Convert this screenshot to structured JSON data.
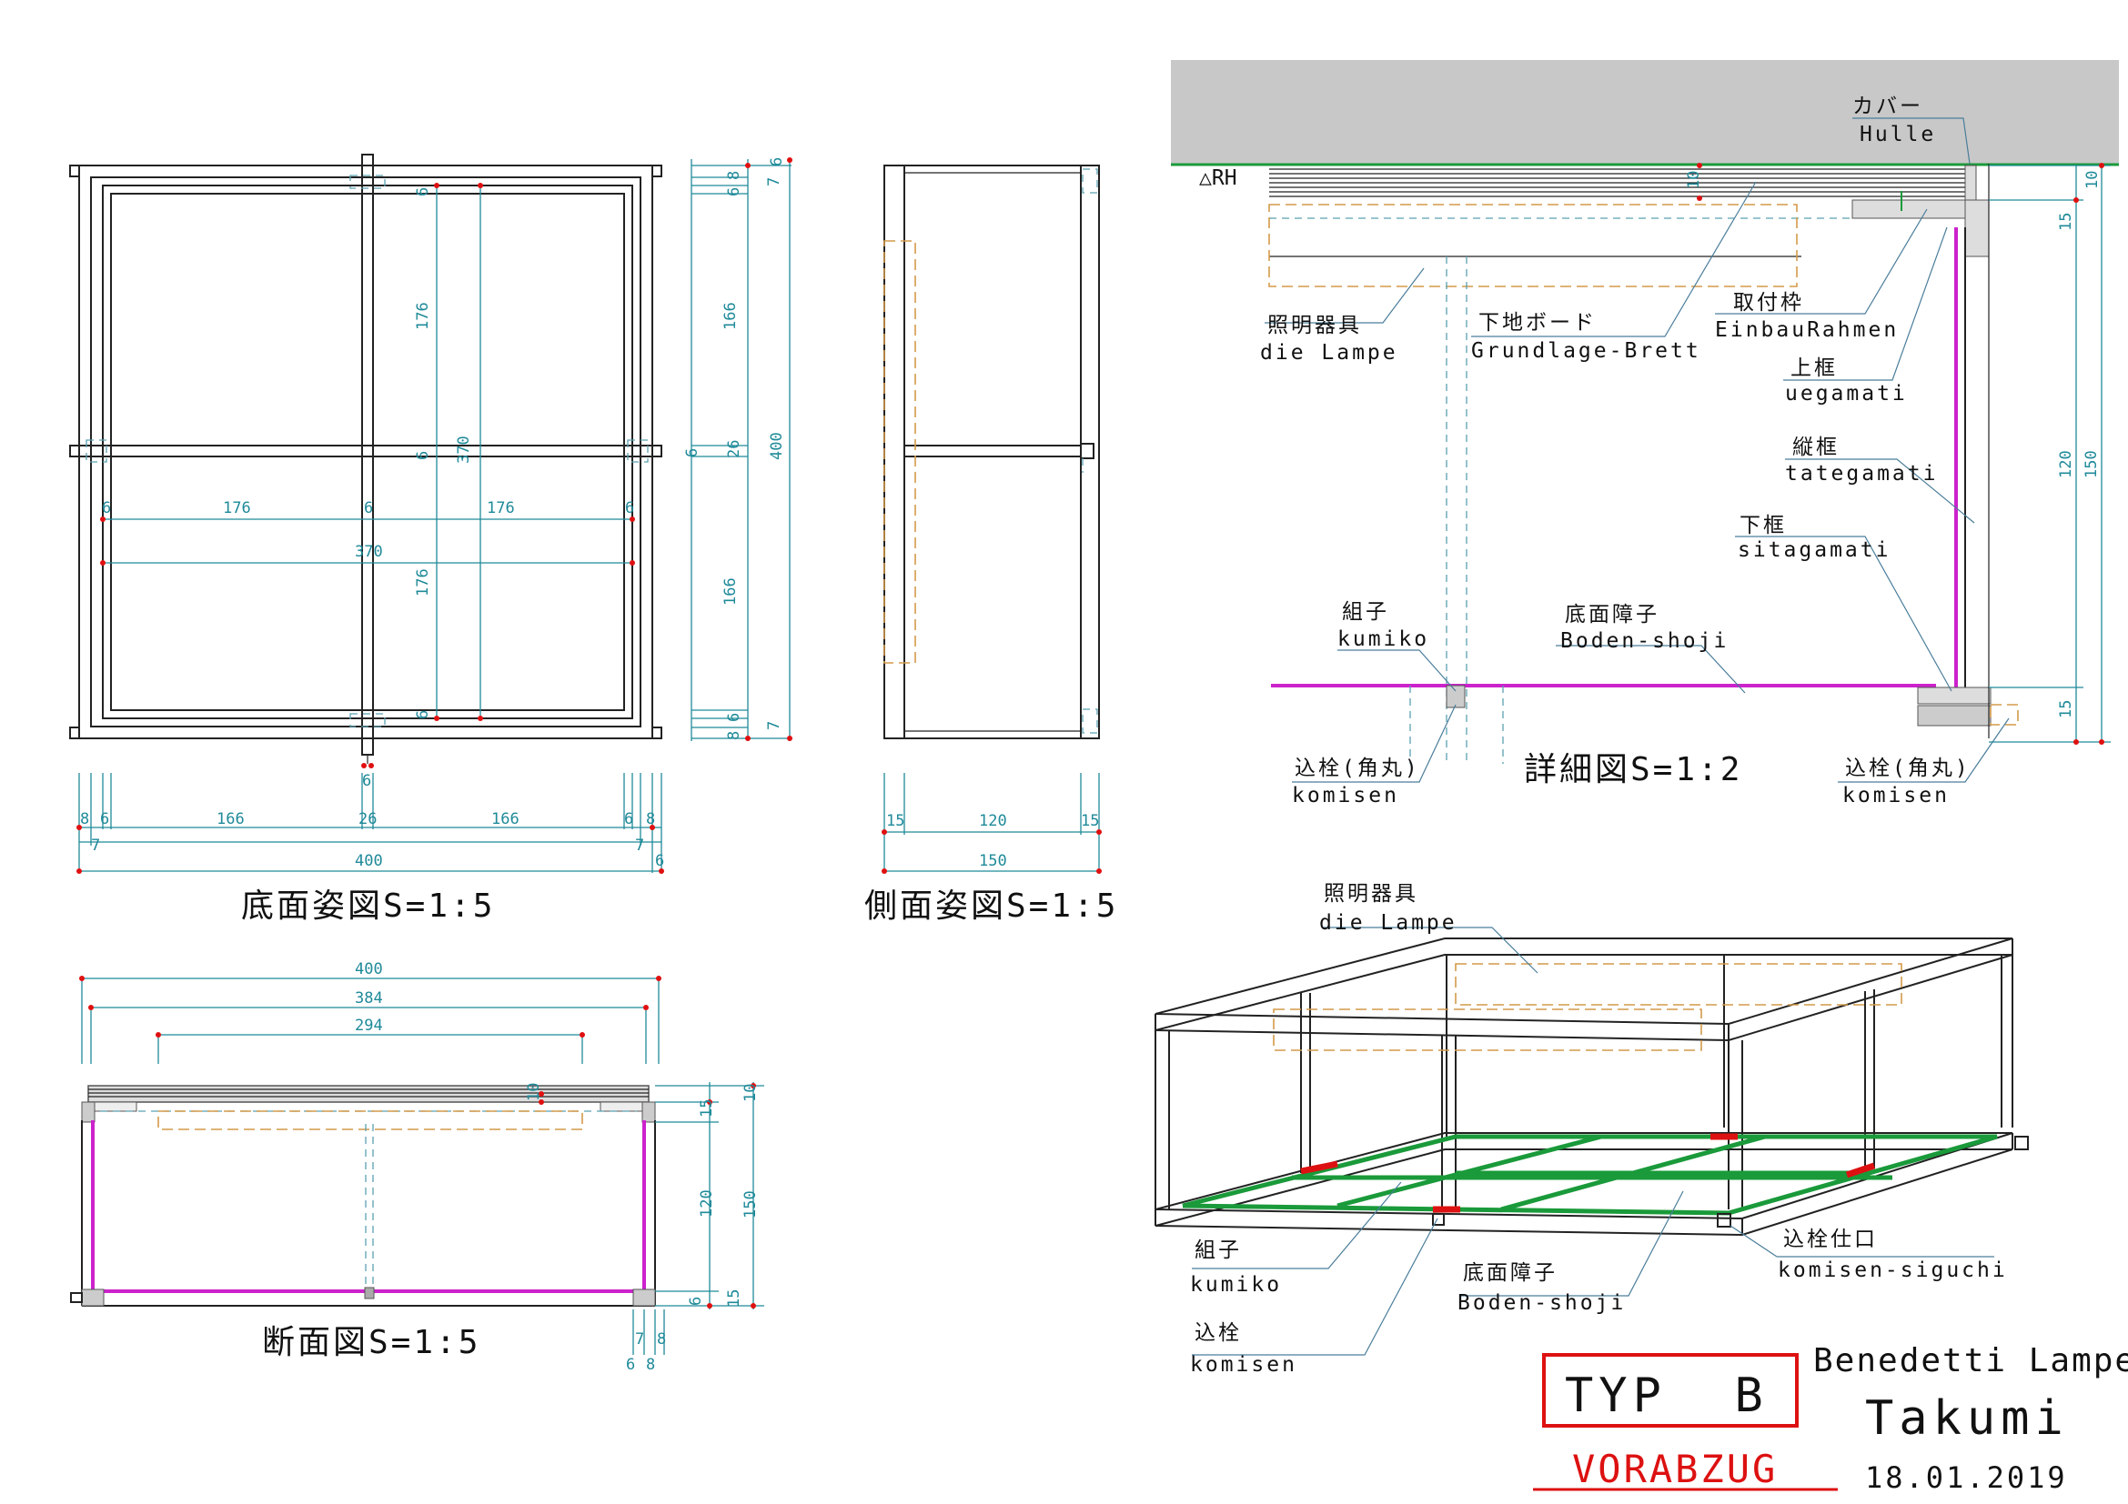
{
  "views": {
    "bottom": {
      "title": "底面姿図S=1:5"
    },
    "side": {
      "title": "側面姿図S=1:5"
    },
    "section": {
      "title": "断面図S=1:5"
    },
    "detail": {
      "title": "詳細図S=1:2"
    }
  },
  "bottom_dims": {
    "d176a": "176",
    "d176b": "176",
    "d6a": "6",
    "d6b": "6",
    "d6c": "6",
    "d370v": "370",
    "h6a": "6",
    "h176a": "176",
    "h6b": "6",
    "h176b": "176",
    "h6c": "6",
    "h370": "370",
    "r8a": "8",
    "r6a": "6",
    "r7a": "7",
    "r6b": "6",
    "r166a": "166",
    "r26": "26",
    "r400v": "400",
    "r6c": "6",
    "r166b": "166",
    "r6d": "6",
    "r8b": "8",
    "r7b": "7",
    "b6top": "6",
    "b8a": "8",
    "b6a": "6",
    "b166a": "166",
    "b26": "26",
    "b166b": "166",
    "b6b": "6",
    "b8b": "8",
    "b7a": "7",
    "b7b": "7",
    "b400": "400",
    "b6c": "6"
  },
  "side_dims": {
    "s15a": "15",
    "s120": "120",
    "s15b": "15",
    "s150": "150"
  },
  "section_dims": {
    "t400": "400",
    "t384": "384",
    "t294": "294",
    "r10": "10",
    "r15a": "15",
    "r120": "120",
    "r150": "150",
    "r6": "6",
    "r15b": "15",
    "b7": "7",
    "b8a": "8",
    "b6": "6",
    "b8b": "8"
  },
  "detail_labels": {
    "rh": "△RH",
    "cover_jp": "カバー",
    "cover_de": "Hulle",
    "lamp_jp": "照明器具",
    "lamp_de": "die Lampe",
    "board_jp": "下地ボード",
    "board_de": "Grundlage-Brett",
    "frame_jp": "取付枠",
    "frame_de": "EinbauRahmen",
    "uega_jp": "上框",
    "uega_de": "uegamati",
    "tate_jp": "縦框",
    "tate_de": "tategamati",
    "sita_jp": "下框",
    "sita_de": "sitagamati",
    "kumiko_jp": "組子",
    "kumiko_de": "kumiko",
    "boden_jp": "底面障子",
    "boden_de": "Boden-shoji",
    "komisen1_jp": "込栓(角丸)",
    "komisen1_de": "komisen",
    "komisen2_jp": "込栓(角丸)",
    "komisen2_de": "komisen",
    "d10a": "10",
    "d10b": "10",
    "d15a": "15",
    "d120": "120",
    "d150": "150",
    "d15b": "15"
  },
  "iso_labels": {
    "lamp_jp": "照明器具",
    "lamp_de": "die Lampe",
    "kumiko_jp": "組子",
    "kumiko_de": "kumiko",
    "boden_jp": "底面障子",
    "boden_de": "Boden-shoji",
    "komisen_jp": "込栓",
    "komisen_de": "komisen",
    "siguchi_jp": "込栓仕口",
    "siguchi_de": "komisen-siguchi"
  },
  "titleblock": {
    "type": "TYP  B",
    "status": "VORABZUG",
    "product": "Benedetti Lampe",
    "client": "Takumi",
    "date": "18.01.2019"
  },
  "colors": {
    "dimension": "#1f8a99",
    "rail": "#cc22cc",
    "kumiko": "#1a9a3a",
    "stamp": "#dd1111",
    "lamp": "#d49a4a"
  }
}
